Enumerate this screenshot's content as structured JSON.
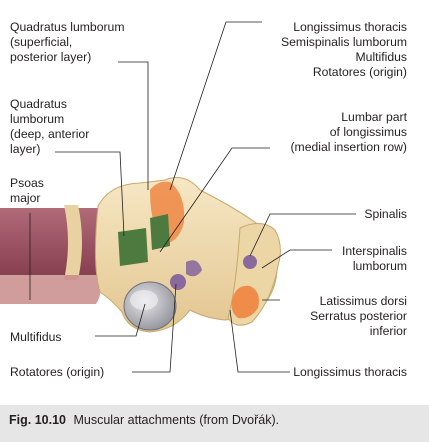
{
  "labels": {
    "quadratus_superficial": [
      "Quadratus lumborum",
      "(superficial,",
      "posterior layer)"
    ],
    "quadratus_deep": [
      "Quadratus",
      "lumborum",
      "(deep, anterior",
      "layer)"
    ],
    "psoas_major": [
      "Psoas",
      "major"
    ],
    "multifidus": "Multifidus",
    "rotatores_origin": "Rotatores (origin)",
    "longissimus_group": [
      "Longissimus thoracis",
      "Semispinalis lumborum",
      "Multifidus",
      "Rotatores (origin)"
    ],
    "lumbar_longissimus": [
      "Lumbar part",
      "of longissimus",
      "(medial insertion row)"
    ],
    "spinalis": "Spinalis",
    "interspinalis": [
      "Interspinalis",
      "lumborum"
    ],
    "latissimus_group": [
      "Latissimus dorsi",
      "Serratus posterior",
      "inferior"
    ],
    "longissimus_thoracis": "Longissimus thoracis"
  },
  "caption": {
    "number": "Fig. 10.10",
    "text": "Muscular attachments (from Dvořák)."
  },
  "colors": {
    "bone": "#f2dcae",
    "disc": "#9e4f5e",
    "green": "#4d7a3f",
    "orange": "#f08c4a",
    "purple": "#8a6a9c",
    "caption_bg": "#e6e6e6"
  }
}
